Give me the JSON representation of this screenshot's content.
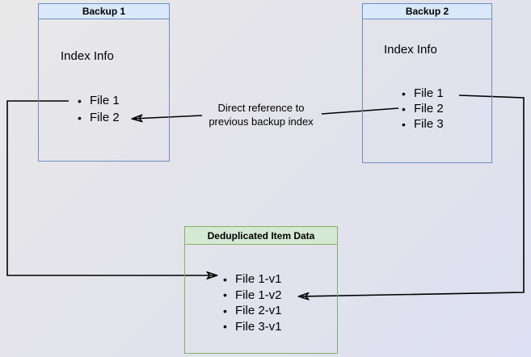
{
  "diagram": {
    "backup1": {
      "title": "Backup 1",
      "subtitle": "Index Info",
      "files": [
        "File 1",
        "File 2"
      ]
    },
    "backup2": {
      "title": "Backup 2",
      "subtitle": "Index Info",
      "files": [
        "File 1",
        "File 2",
        "File 3"
      ]
    },
    "dedup": {
      "title": "Deduplicated Item Data",
      "files": [
        "File 1-v1",
        "File 1-v2",
        "File 2-v1",
        "File 3-v1"
      ]
    },
    "annotation": {
      "line1": "Direct reference to",
      "line2": "previous backup index"
    },
    "colors": {
      "blue_header_fill": "#dae8fc",
      "blue_border": "#6c8ebf",
      "green_header_fill": "#d5e8d4",
      "green_border": "#82b366",
      "arrow": "#000000",
      "background_start": "#e9e8e9",
      "background_end": "#dde0f2"
    }
  }
}
